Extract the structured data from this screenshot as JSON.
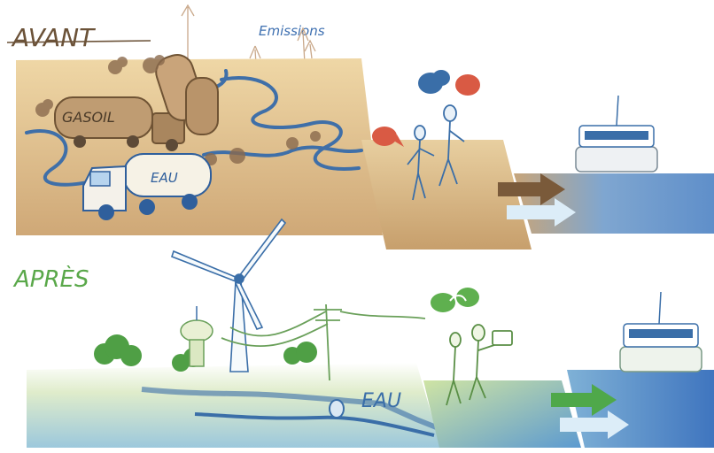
{
  "labels": {
    "before": "AVANT",
    "emissions": "Emissions",
    "after": "APRÈS",
    "tank_diesel": "GASOIL",
    "tank_water": "EAU",
    "pipe_water": "EAU"
  },
  "colors": {
    "before_ink": "#6b5238",
    "after_ink": "#5aa84a",
    "sky_text": "#3d6fb0",
    "ground_before": "#e3c48f",
    "ground_after": "#d7e7b5",
    "water": "#4f86c6",
    "arrow_brown": "#7a5a3a",
    "arrow_green": "#4fa84a",
    "arrow_light": "#d9ecf7"
  },
  "icons": [
    "wind-turbine-icon",
    "water-tower-icon",
    "power-pole-icon",
    "truck-icon",
    "speech-bubble-icon"
  ]
}
